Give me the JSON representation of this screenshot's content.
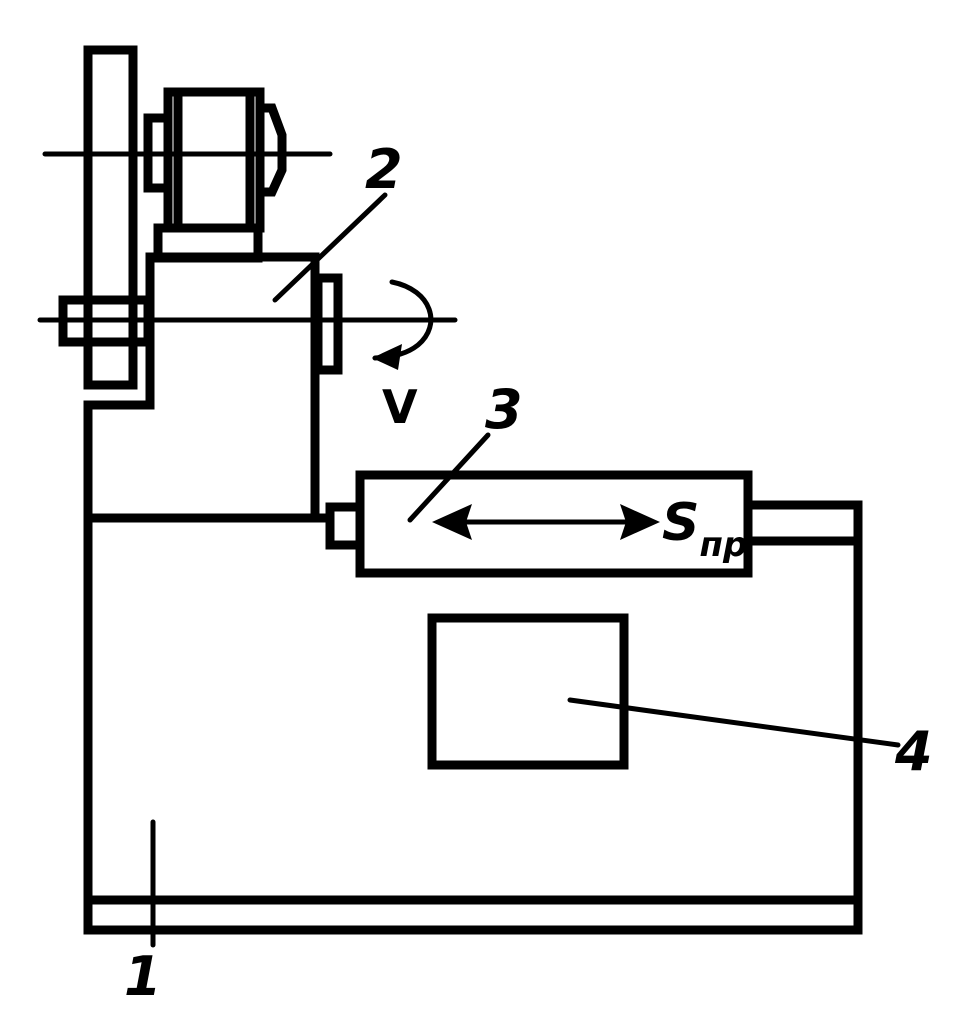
{
  "labels": {
    "frame": "1",
    "grinding_head": "2",
    "table": "3",
    "control_box": "4",
    "velocity": "V",
    "feed_symbol": "S",
    "feed_subscript": "пр"
  }
}
